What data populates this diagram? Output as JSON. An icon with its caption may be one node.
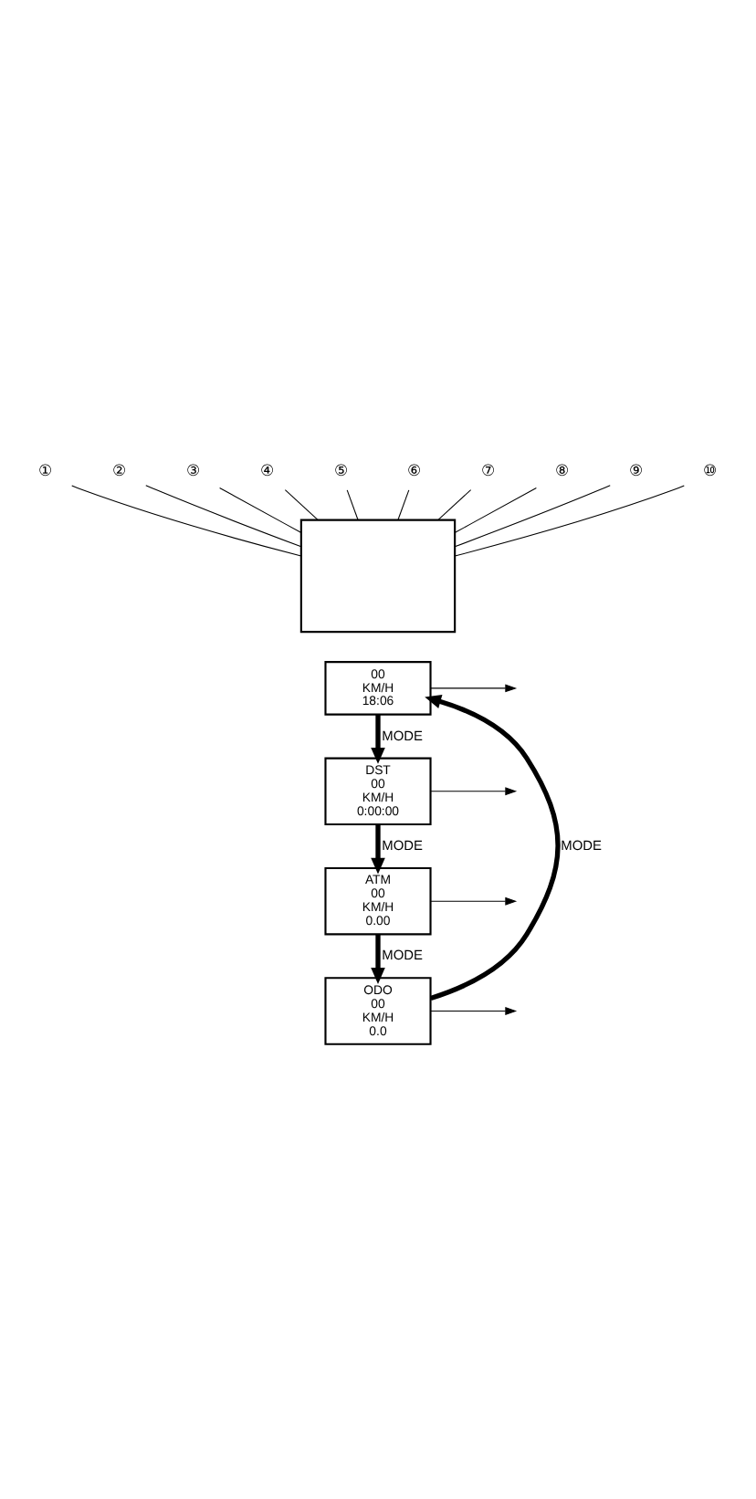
{
  "diagram": {
    "nodes": [
      {
        "text": [],
        "shape": "box"
      },
      {
        "text": [
          "①"
        ]
      },
      {
        "text": [
          "②"
        ]
      },
      {
        "text": [
          "③"
        ]
      },
      {
        "text": [
          "④"
        ]
      },
      {
        "text": [
          "⑤"
        ]
      },
      {
        "text": [
          "⑥"
        ]
      },
      {
        "text": [
          "⑦"
        ]
      },
      {
        "text": [
          "⑧"
        ]
      },
      {
        "text": [
          "⑨"
        ]
      },
      {
        "text": [
          "⑩"
        ]
      },
      {
        "text": [
          "00",
          "KM/H",
          "18:06"
        ]
      },
      {
        "text": [
          "DST",
          "00",
          "KM/H",
          "0:00:00"
        ]
      },
      {
        "text": [
          "ATM",
          "00",
          "KM/H",
          "0.00"
        ]
      },
      {
        "text": [
          "ODO",
          "00",
          "KM/H",
          "0.0"
        ]
      }
    ],
    "edges": [
      {
        "from": 1,
        "to": 0,
        "arrow": "none"
      },
      {
        "from": 2,
        "to": 0,
        "arrow": "none"
      },
      {
        "from": 3,
        "to": 0,
        "arrow": "none"
      },
      {
        "from": 4,
        "to": 0,
        "arrow": "none"
      },
      {
        "from": 5,
        "to": 0,
        "arrow": "none"
      },
      {
        "from": 6,
        "to": 0,
        "arrow": "none"
      },
      {
        "from": 7,
        "to": 0,
        "arrow": "none"
      },
      {
        "from": 8,
        "to": 0,
        "arrow": "none"
      },
      {
        "from": 9,
        "to": 0,
        "arrow": "none"
      },
      {
        "from": 10,
        "to": 0,
        "arrow": "none"
      },
      {
        "from": 11,
        "to": 12,
        "label": "MODE",
        "arrow": "to",
        "style": "thick"
      },
      {
        "from": 12,
        "to": 13,
        "label": "MODE",
        "arrow": "to",
        "style": "thick"
      },
      {
        "from": 13,
        "to": 14,
        "label": "MODE",
        "arrow": "to",
        "style": "thick"
      },
      {
        "from": 14,
        "to": 11,
        "label": "MODE",
        "arrow": "to",
        "style": "thick"
      },
      {
        "from": 11,
        "to": null,
        "arrow": "to"
      },
      {
        "from": 12,
        "to": null,
        "arrow": "to"
      },
      {
        "from": 13,
        "to": null,
        "arrow": "to"
      },
      {
        "from": 14,
        "to": null,
        "arrow": "to"
      }
    ]
  }
}
